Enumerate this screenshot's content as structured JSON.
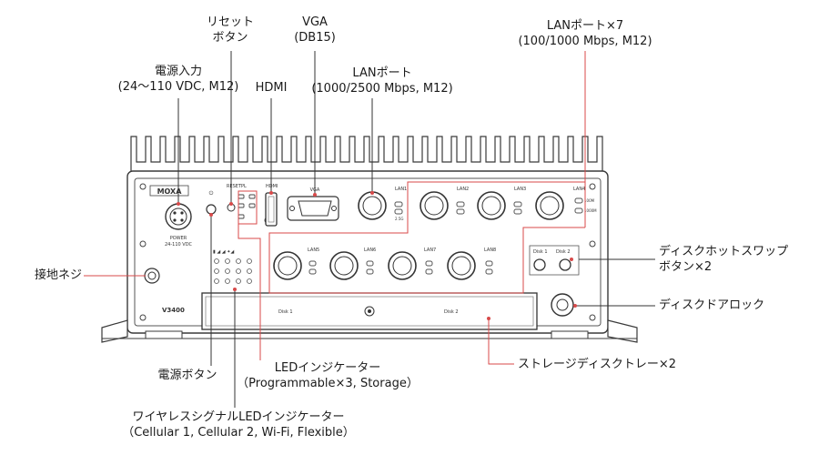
{
  "labels": {
    "reset_button": {
      "line1": "リセット",
      "line2": "ボタン"
    },
    "vga": {
      "line1": "VGA",
      "line2": "(DB15)"
    },
    "lan7": {
      "line1": "LANポート×7",
      "line2": "(100/1000 Mbps, M12)"
    },
    "power_input": {
      "line1": "電源入力",
      "line2": "(24～110 VDC, M12)"
    },
    "hdmi": {
      "line1": "HDMI"
    },
    "lan_2500": {
      "line1": "LANポート",
      "line2": "(1000/2500 Mbps, M12)"
    },
    "ground_screw": {
      "line1": "接地ネジ"
    },
    "hot_swap": {
      "line1": "ディスクホットスワップ",
      "line2": "ボタン×2"
    },
    "disk_lock": {
      "line1": "ディスクドアロック"
    },
    "power_button": {
      "line1": "電源ボタン"
    },
    "led_indicators": {
      "line1": "LEDインジケーター",
      "line2": "（Programmable×3, Storage）"
    },
    "storage_tray": {
      "line1": "ストレージディスクトレー×2"
    },
    "wireless_led": {
      "line1": "ワイヤレスシグナルLEDインジケーター",
      "line2": "（Cellular 1, Cellular 2, Wi-Fi, Flexible）"
    }
  },
  "panel": {
    "brand": "MOXA",
    "model": "V3400",
    "power_text": "POWER",
    "power_spec": "24-110 VDC",
    "reset_text": "RESET",
    "pl_text": "PL",
    "hdmi_text": "HDMI",
    "vga_text": "VGA",
    "lan_top": [
      "LAN1",
      "LAN2",
      "LAN3",
      "LAN4"
    ],
    "lan_bottom": [
      "LAN5",
      "LAN6",
      "LAN7",
      "LAN8"
    ],
    "speed_25": "2.5G",
    "speed_100": "100M",
    "speed_1000": "1000M",
    "disk1_btn": "Disk 1",
    "disk2_btn": "Disk 2",
    "disk1_tray": "Disk 1",
    "disk2_tray": "Disk 2"
  },
  "colors": {
    "callout_line": "#d84a4a",
    "device_outline": "#3a3a3a",
    "panel_fill": "#ffffff"
  }
}
